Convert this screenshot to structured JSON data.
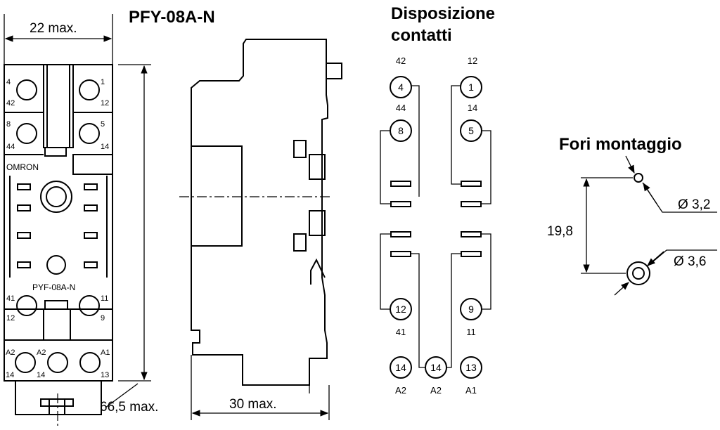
{
  "title": "PFY-08A-N",
  "front_view": {
    "width_dim": "22 max.",
    "height_dim": "66,5 max.",
    "brand": "OMRON",
    "model": "PYF-08A-N",
    "labels": {
      "tl_top": "4",
      "tl_bot": "42",
      "tr_top": "1",
      "tr_bot": "12",
      "ml_top": "8",
      "ml_bot": "44",
      "mr_top": "5",
      "mr_bot": "14",
      "ll_top": "41",
      "ll_bot": "12",
      "lr_top": "11",
      "lr_bot": "9",
      "b1_top": "A2",
      "b1_bot": "14",
      "b2_top": "A2",
      "b2_bot": "14",
      "b3_top": "A1",
      "b3_bot": "13"
    }
  },
  "side_view": {
    "depth_dim": "30 max."
  },
  "contacts": {
    "title_line1": "Disposizione",
    "title_line2": "contatti",
    "lbl_42": "42",
    "lbl_12": "12",
    "lbl_44": "44",
    "lbl_14": "14",
    "lbl_41": "41",
    "lbl_11": "11",
    "lbl_a2a": "A2",
    "lbl_a2b": "A2",
    "lbl_a1": "A1",
    "n4": "4",
    "n1": "1",
    "n8": "8",
    "n5": "5",
    "n12": "12",
    "n9": "9",
    "n14a": "14",
    "n14b": "14",
    "n13": "13"
  },
  "mounting": {
    "title": "Fori montaggio",
    "spacing": "19,8",
    "hole_small": "Ø 3,2",
    "hole_large": "Ø 3,6"
  }
}
